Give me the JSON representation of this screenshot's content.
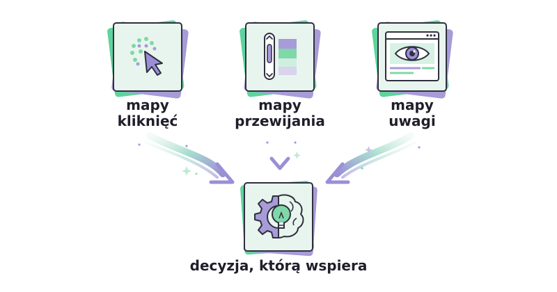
{
  "colors": {
    "green": "#5fd39d",
    "purple": "#a79bd8",
    "card_bg": "#e8f5ee",
    "outline": "#2f2f3e",
    "text": "#1f1f2b"
  },
  "nodes": [
    {
      "id": "click-maps",
      "icon": "cursor-click-icon",
      "line1": "mapy",
      "line2": "kliknięć"
    },
    {
      "id": "scroll-maps",
      "icon": "scrollbar-icon",
      "line1": "mapy",
      "line2": "przewijania"
    },
    {
      "id": "attention-maps",
      "icon": "eye-icon",
      "line1": "mapy",
      "line2": "uwagi"
    }
  ],
  "result": {
    "icon": "gear-brain-lightbulb-icon",
    "label": "decyzja, którą wspiera"
  }
}
